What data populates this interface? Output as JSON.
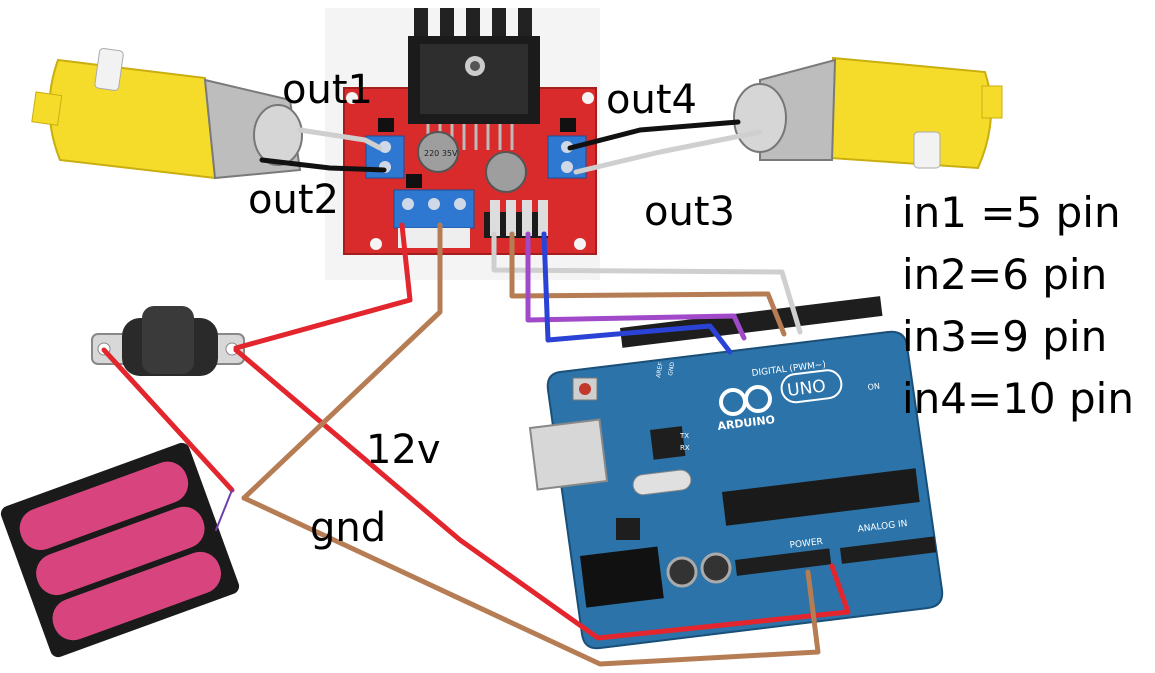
{
  "labels": {
    "out1": "out1",
    "out2": "out2",
    "out3": "out3",
    "out4": "out4",
    "v12": "12v",
    "gnd": "gnd"
  },
  "pin_map": [
    "in1 =5 pin",
    "in2=6 pin",
    "in3=9 pin",
    "in4=10 pin"
  ],
  "board_markings": {
    "brand": "ARDUINO",
    "model": "UNO",
    "digital": "DIGITAL (PWM~)",
    "power": "POWER",
    "analog": "ANALOG IN",
    "on": "ON",
    "tx": "TX",
    "rx": "RX",
    "aref": "AREF",
    "gnd": "GND",
    "cap_rating": "220 35V"
  },
  "colors": {
    "wire_red": "#e3262d",
    "wire_gnd": "#b67d54",
    "wire_gray": "#cfcfcf",
    "wire_purple": "#a04ac9",
    "wire_blue": "#2a43d6",
    "driver_board": "#d92b2b",
    "arduino_board": "#2b73a8",
    "motor_yellow": "#f5dc2a",
    "battery_pink": "#d8457e"
  }
}
